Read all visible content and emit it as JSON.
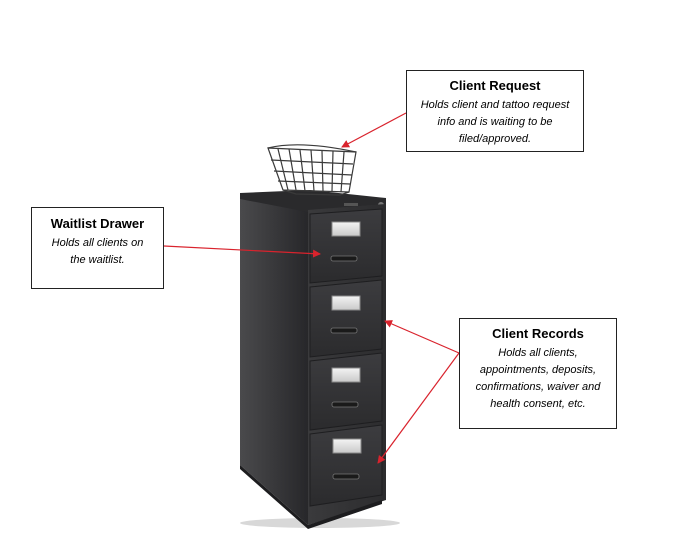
{
  "callouts": {
    "client_request": {
      "title": "Client Request",
      "description": "Holds client and tattoo request info and is waiting to be filed/approved."
    },
    "waitlist": {
      "title": "Waitlist Drawer",
      "description": "Holds all clients on the waitlist."
    },
    "client_records": {
      "title": "Client Records",
      "description": "Holds all clients, appointments, deposits, confirmations, waiver and health consent, etc."
    }
  },
  "illustration": {
    "cabinet_drawer_count": 4,
    "has_wire_basket": true
  },
  "colors": {
    "arrow": "#d9232d",
    "cabinet": "#2f2f31",
    "box_border": "#222222"
  }
}
